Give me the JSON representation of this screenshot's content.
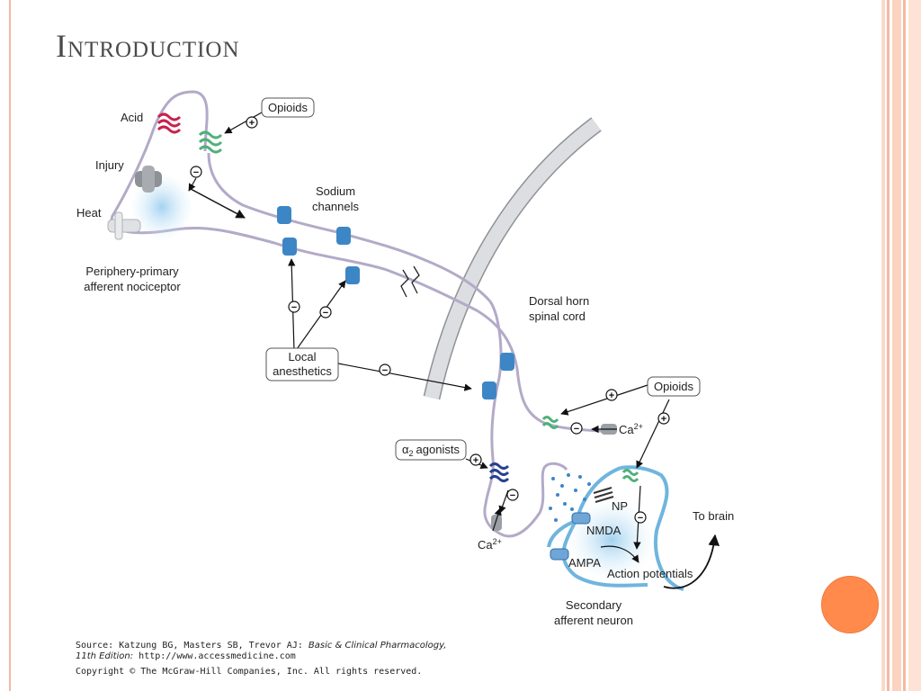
{
  "slide": {
    "title": "Introduction"
  },
  "colors": {
    "accent_orange": "#ff8a4c",
    "frame_peach": "#f4b9a1",
    "neuron_outline": "#b3aac8",
    "channel_blue": "#3d86c6",
    "opioid_green": "#4fb07a",
    "acid_red": "#c8214b",
    "spinal_gray": "#d9dbde"
  },
  "diagram": {
    "labels": {
      "acid": "Acid",
      "injury": "Injury",
      "heat": "Heat",
      "opioids_top": "Opioids",
      "sodium_1": "Sodium",
      "sodium_2": "channels",
      "periphery_1": "Periphery-primary",
      "periphery_2": "afferent nociceptor",
      "dorsal_1": "Dorsal horn",
      "dorsal_2": "spinal cord",
      "local_1": "Local",
      "local_2": "anesthetics",
      "opioids_right": "Opioids",
      "ca_right": "Ca",
      "ca_left": "Ca",
      "ca_sup": "2+",
      "alpha2_greek": "α",
      "alpha2_sub": "2",
      "alpha2_text": "agonists",
      "np": "NP",
      "nmda": "NMDA",
      "ampa": "AMPA",
      "action_potentials": "Action potentials",
      "to_brain": "To brain",
      "secondary_1": "Secondary",
      "secondary_2": "afferent neuron",
      "plus": "+",
      "minus": "−"
    }
  },
  "source": {
    "line1_prefix": "Source: Katzung BG, Masters SB, Trevor AJ: ",
    "line1_title": "Basic & Clinical Pharmacology,",
    "line2_edition": "11th Edition:",
    "line2_url": "http://www.accessmedicine.com",
    "copyright": "Copyright © The McGraw-Hill Companies, Inc. All rights reserved."
  }
}
